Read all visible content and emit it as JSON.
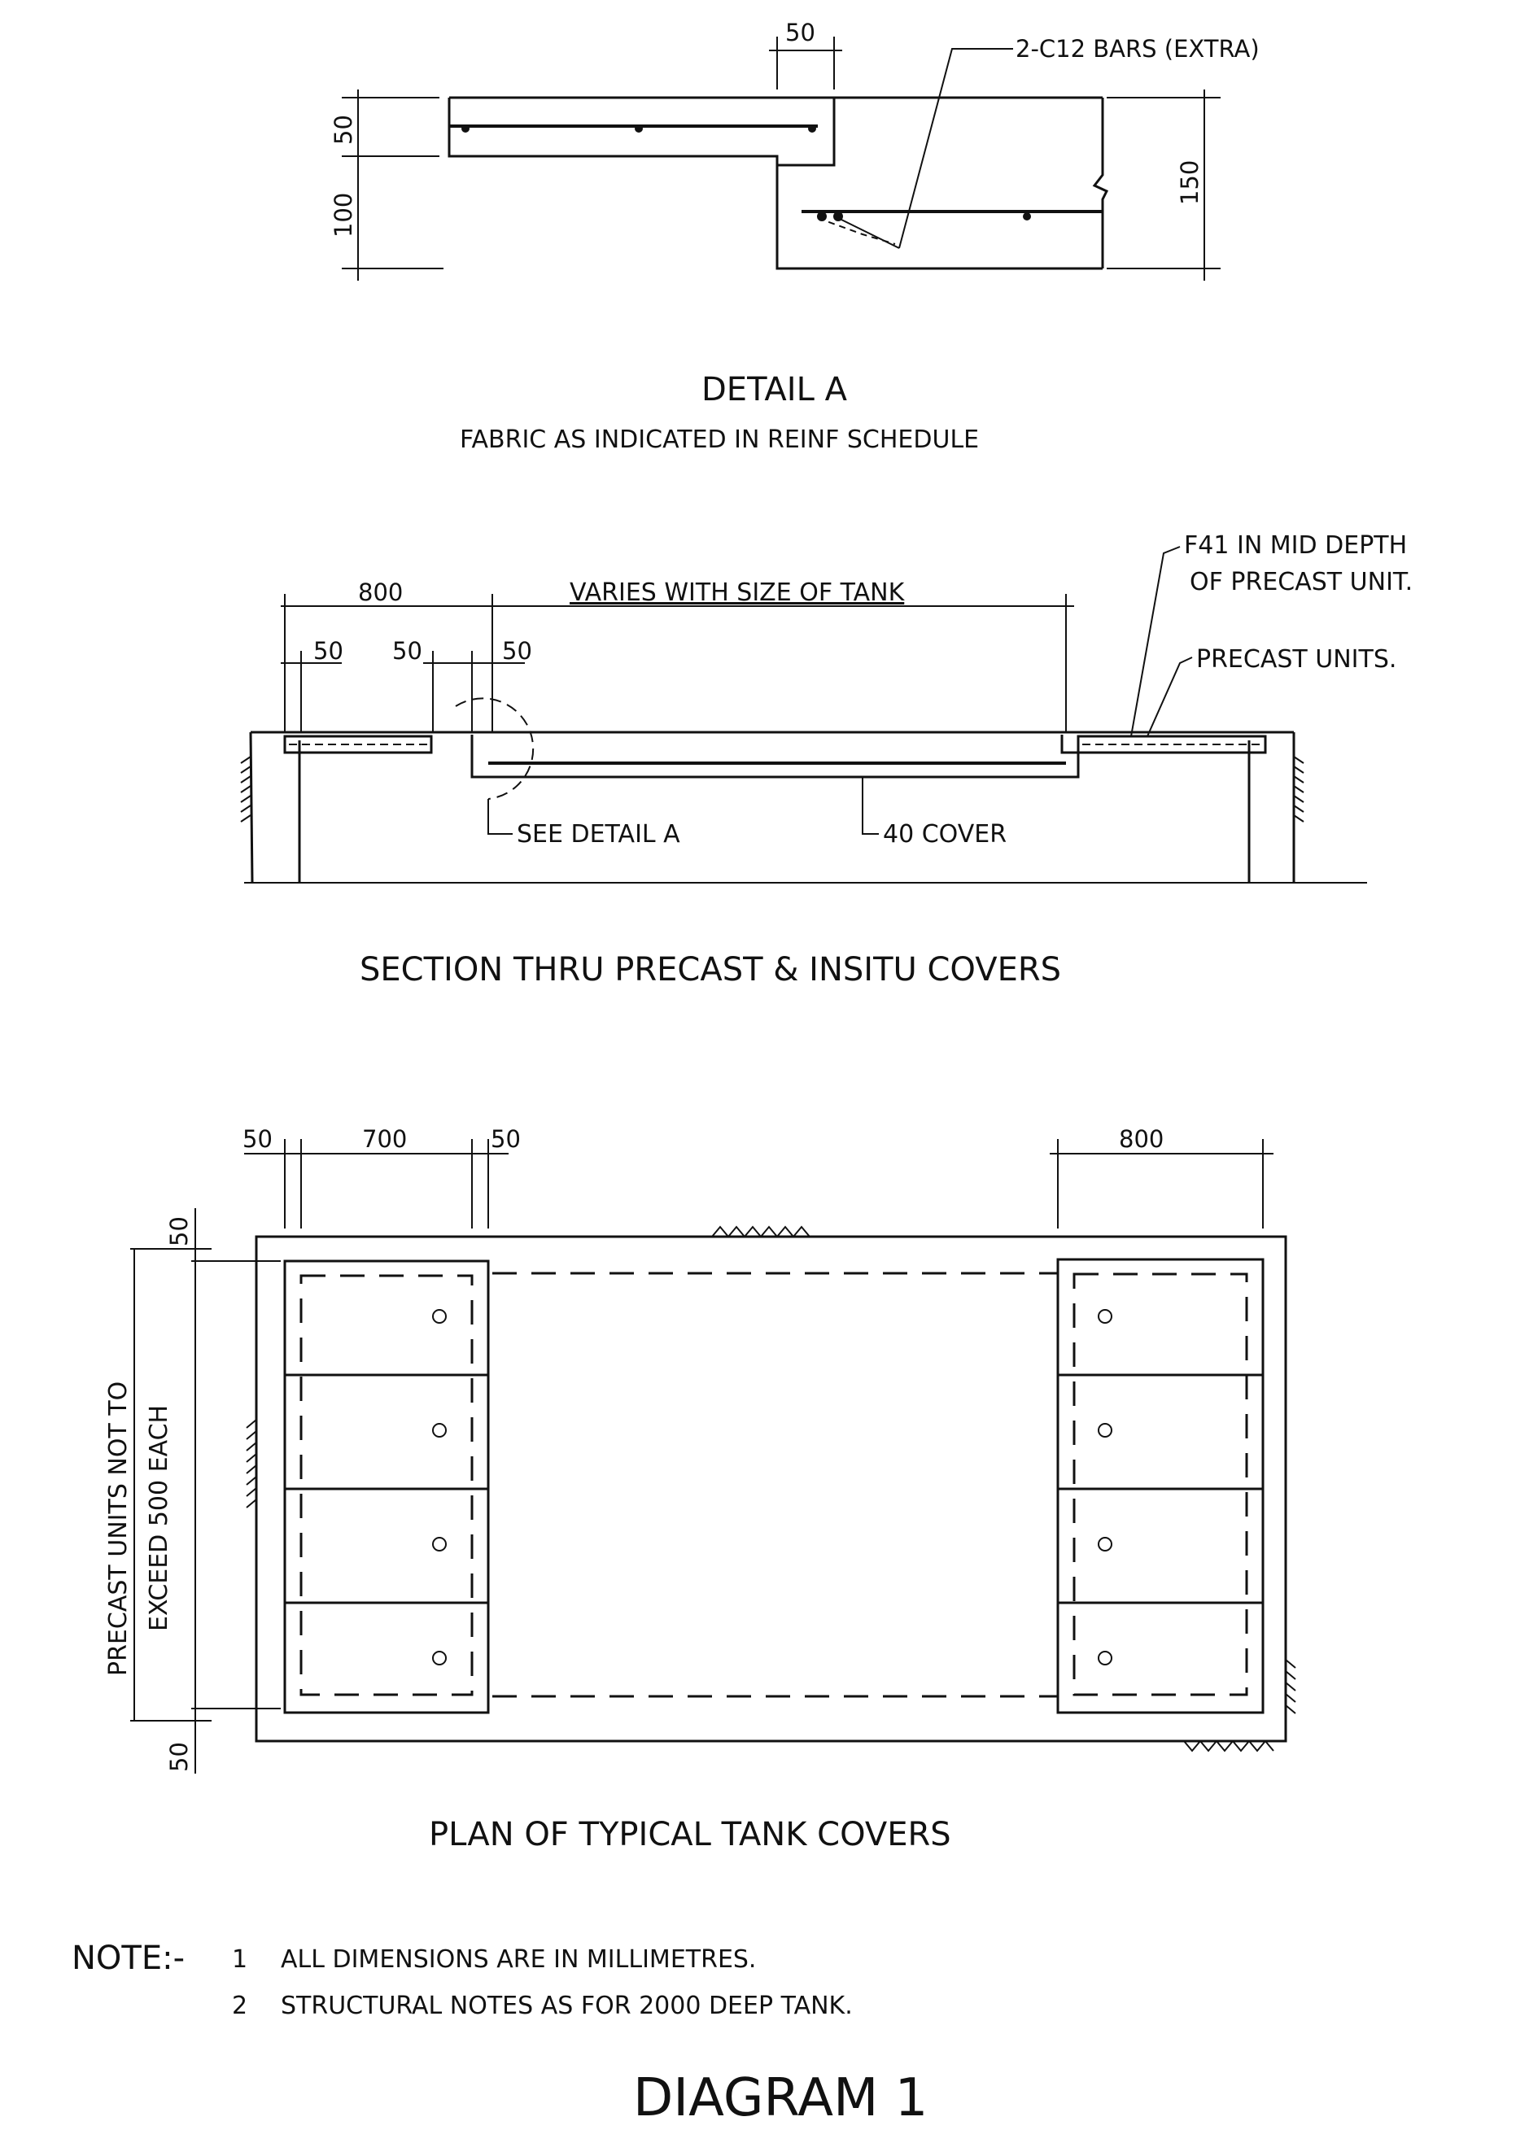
{
  "detail_a": {
    "dim_50_top": "50",
    "bars_label": "2-C12 BARS (EXTRA)",
    "dim_50_left": "50",
    "dim_100_left": "100",
    "dim_150_right": "150",
    "title": "DETAIL  A",
    "subtitle": "FABRIC AS INDICATED IN REINF SCHEDULE"
  },
  "section": {
    "dim_800": "800",
    "dim_varies": "VARIES WITH SIZE OF TANK",
    "dim_50_a": "50",
    "dim_50_b": "50",
    "dim_50_c": "50",
    "label_f41_line1": "F41  IN  MID  DEPTH",
    "label_f41_line2": "OF  PRECAST  UNIT.",
    "label_precast_units": "PRECAST  UNITS.",
    "label_see_detail": "SEE  DETAIL  A",
    "label_cover": "40  COVER",
    "title": "SECTION  THRU  PRECAST  &  INSITU  COVERS"
  },
  "plan": {
    "dim_50_a": "50",
    "dim_700": "700",
    "dim_50_b": "50",
    "dim_800": "800",
    "dim_50_top": "50",
    "dim_50_bottom": "50",
    "side_label_line1": "PRECAST UNITS NOT  TO",
    "side_label_line2": "EXCEED 500 EACH",
    "title": "PLAN  OF  TYPICAL  TANK  COVERS"
  },
  "notes": {
    "heading": "NOTE:-",
    "items": [
      {
        "num": "1",
        "text": "ALL  DIMENSIONS  ARE  IN  MILLIMETRES."
      },
      {
        "num": "2",
        "text": "STRUCTURAL  NOTES  AS  FOR  2000  DEEP  TANK."
      }
    ]
  },
  "diagram_title": "DIAGRAM  1"
}
